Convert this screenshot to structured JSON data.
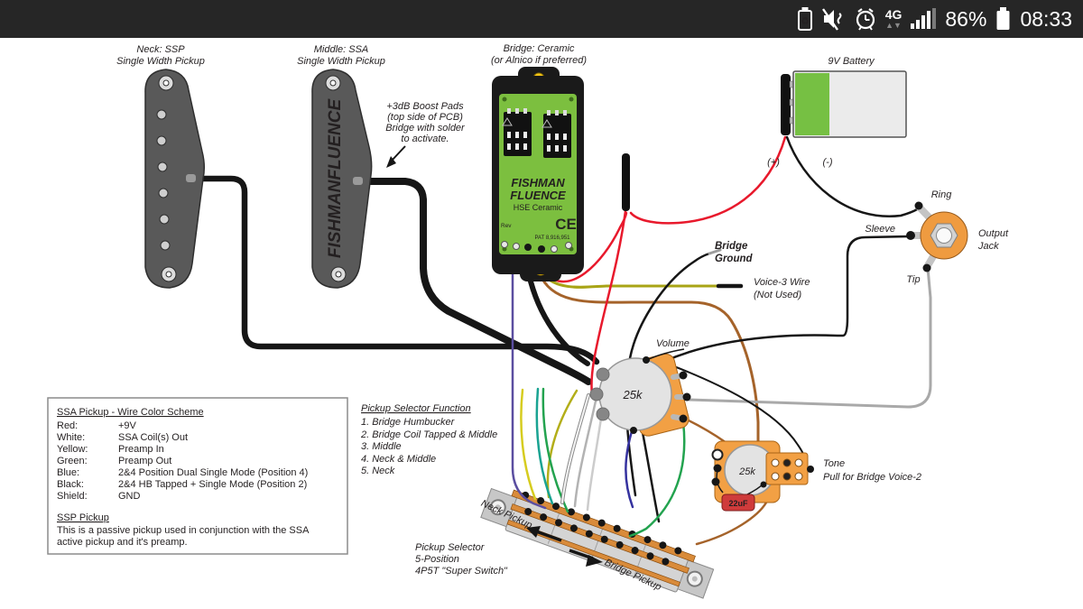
{
  "status_bar": {
    "network_type": "4G",
    "network_arrows": "▲▼",
    "battery_percent": "86%",
    "time": "08:33",
    "icons": [
      "battery-saver-icon",
      "mute-vibrate-icon",
      "alarm-icon",
      "signal-strength-icon",
      "battery-icon"
    ]
  },
  "diagram": {
    "pickup_neck": {
      "label1": "Neck: SSP",
      "label2": "Single Width Pickup"
    },
    "pickup_middle": {
      "label1": "Middle:  SSA",
      "label2": "Single Width Pickup",
      "brand": "FISHMANFLUENCE"
    },
    "boost_note": [
      "+3dB Boost Pads",
      "(top side of PCB)",
      "Bridge with solder",
      "to activate."
    ],
    "bridge": {
      "label1": "Bridge:  Ceramic",
      "label2": "(or Alnico if preferred)",
      "brand1": "FISHMAN",
      "brand2": "FLUENCE",
      "model": "HSE Ceramic",
      "ce": "CE",
      "rev": "Rev",
      "pat": "PAT 8,916,951"
    },
    "battery": {
      "label": "9V Battery",
      "pos": "(+)",
      "neg": "(-)"
    },
    "jack": {
      "ring": "Ring",
      "sleeve": "Sleeve",
      "tip": "Tip",
      "out1": "Output",
      "out2": "Jack"
    },
    "volume": {
      "label": "Volume",
      "value": "25k"
    },
    "tone": {
      "value": "25k",
      "label1": "Tone",
      "label2": "Pull for Bridge Voice-2",
      "cap": "22uF"
    },
    "bridge_ground": [
      "Bridge",
      "Ground"
    ],
    "voice3": [
      "Voice-3 Wire",
      "(Not Used)"
    ],
    "selector": {
      "title": "Pickup Selector Function",
      "items": [
        "1. Bridge Humbucker",
        "2. Bridge Coil Tapped & Middle",
        "3. Middle",
        "4. Neck & Middle",
        "5. Neck"
      ],
      "switch1": "Pickup Selector",
      "switch2": "5-Position",
      "switch3": "4P5T \"Super Switch\"",
      "dir_neck": "Neck Pickup",
      "dir_bridge": "Bridge Pickup"
    },
    "info_box": {
      "title": "SSA Pickup - Wire Color Scheme",
      "rows": [
        {
          "label": "Red:",
          "value": "+9V"
        },
        {
          "label": "White:",
          "value": "SSA Coil(s) Out"
        },
        {
          "label": "Yellow:",
          "value": "Preamp In"
        },
        {
          "label": "Green:",
          "value": "Preamp Out"
        },
        {
          "label": "Blue:",
          "value": "2&4 Position Dual Single Mode (Position 4)"
        },
        {
          "label": "Black:",
          "value": "2&4 HB Tapped + Single Mode (Position 2)"
        },
        {
          "label": "Shield:",
          "value": "GND"
        }
      ],
      "ssp_title": "SSP Pickup",
      "ssp_line1": "This is a passive pickup used in conjunction with the SSA",
      "ssp_line2": "active pickup and it's preamp."
    },
    "colors": {
      "statusbar_bg": "#262626",
      "pcb_green": "#7cbf3f",
      "battery_green": "#76c043",
      "jack_orange": "#ef9b40",
      "pot_orange": "#f2a044",
      "wire_red": "#e8192c",
      "wire_brown": "#a5632a",
      "wire_olive": "#a8a416",
      "wire_purple": "#5b4ea0",
      "wire_blue": "#35329f",
      "wire_green": "#23a34f",
      "wire_teal": "#1aa392",
      "wire_yellow": "#d6cc1f",
      "cap_red": "#cf3b3b",
      "pickup_gray": "#595959"
    }
  }
}
